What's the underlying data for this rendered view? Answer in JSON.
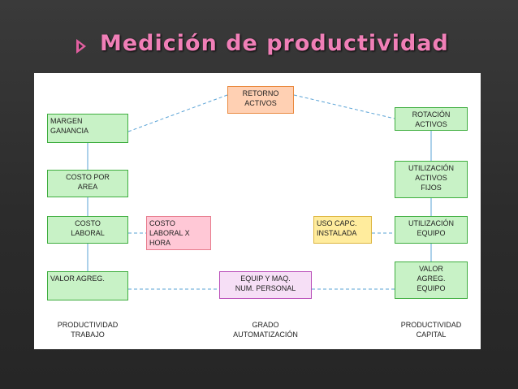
{
  "slide": {
    "title": "Medición de productividad"
  },
  "diagram": {
    "boxes": {
      "retorno_activos": "RETORNO\nACTIVOS",
      "margen_ganancia": "MARGEN\nGANANCIA",
      "costo_por_area": "COSTO POR\nAREA",
      "costo_laboral": "COSTO\nLABORAL",
      "costo_laboral_hora": "COSTO\nLABORAL X\nHORA",
      "valor_agregado": "VALOR AGREG.",
      "rotacion_activos": "ROTACIÓN\nACTIVOS",
      "utilizacion_activos_fijos": "UTILIZACIÓN\nACTIVOS\nFIJOS",
      "utilizacion_equipo": "UTILIZACIÓN\nEQUIPO",
      "valor_agregado_equipo": "VALOR\nAGREG.\nEQUIPO",
      "uso_capacidad_instalada": "USO CAPC.\nINSTALADA",
      "equip_maq_personal": "EQUIP Y MAQ.\nNUM. PERSONAL"
    },
    "labels": {
      "productividad_trabajo": "PRODUCTIVIDAD\nTRABAJO",
      "grado_automatizacion": "GRADO\nAUTOMATIZACIÓN",
      "productividad_capital": "PRODUCTIVIDAD\nCAPITAL"
    },
    "colors": {
      "green": "#c8f2c6",
      "orange": "#ffd0b3",
      "pink": "#ffc8d6",
      "yellow": "#ffec9d",
      "purple": "#f6dff6",
      "line": "#5aa3d6",
      "title": "#f07fb7"
    }
  }
}
